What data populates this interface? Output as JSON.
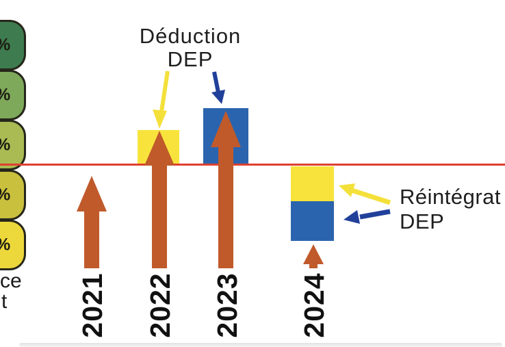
{
  "left_scale": {
    "boxes": [
      {
        "name": "level-1",
        "fragment": "%",
        "color": "#3E7C50"
      },
      {
        "name": "level-2",
        "fragment": "%",
        "color": "#7EA95A"
      },
      {
        "name": "level-3",
        "fragment": "%",
        "color": "#A9BB52"
      },
      {
        "name": "level-4",
        "fragment": "%",
        "color": "#C9C03E"
      },
      {
        "name": "level-5",
        "fragment": "%",
        "color": "#EDD83C"
      }
    ],
    "caption_fragments": {
      "line1": "ce",
      "line2": "t"
    }
  },
  "annotations": {
    "deduction": {
      "line1": "Déduction",
      "line2": "DEP"
    },
    "reintegration": {
      "line1": "Réintégrat",
      "line2": "DEP"
    }
  },
  "x_axis": {
    "years": [
      "2021",
      "2022",
      "2023",
      "2024"
    ]
  },
  "colors": {
    "orange_arrow": "#C05A2B",
    "yellow_box": "#F8E33C",
    "blue_box": "#2B64AE",
    "yellow_annotation_arrow": "#F4E03A",
    "blue_annotation_arrow": "#20409A",
    "baseline_red": "#DE4030",
    "scale_greens_to_yellow": [
      "#3E7C50",
      "#7EA95A",
      "#A9BB52",
      "#C9C03E",
      "#EDD83C"
    ]
  },
  "chart_data": {
    "type": "bar",
    "categories": [
      "2021",
      "2022",
      "2023",
      "2024"
    ],
    "series": [
      {
        "name": "Déduction DEP (jaune)",
        "values": [
          0,
          49,
          0,
          -51
        ]
      },
      {
        "name": "DEP (bleu)",
        "values": [
          0,
          0,
          81,
          -58
        ]
      }
    ],
    "baseline": "ligne rouge = 0 (unités relatives en pixels)",
    "note": "flèches oranges = résultat de chaque exercice; 2024 : réintégration sous la ligne"
  }
}
